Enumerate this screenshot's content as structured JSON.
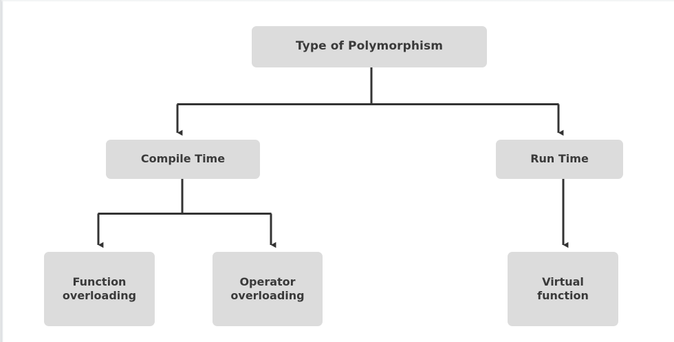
{
  "diagram": {
    "title": "Type of Polymorphism",
    "type": "tree-hierarchy",
    "orientation": "top-down",
    "background_color": "#ffffff",
    "node_fill_color": "#dcdcdc",
    "node_text_color": "#3a3a3a",
    "connector_color": "#333333",
    "nodes": {
      "root": {
        "label": "Type of Polymorphism",
        "level": 0
      },
      "compile_time": {
        "label": "Compile Time",
        "level": 1
      },
      "run_time": {
        "label": "Run Time",
        "level": 1
      },
      "function_overloading": {
        "label": "Function\noverloading",
        "level": 2
      },
      "operator_overloading": {
        "label": "Operator\noverloading",
        "level": 2
      },
      "virtual_function": {
        "label": "Virtual\nfunction",
        "level": 2
      }
    },
    "edges": [
      {
        "from": "root",
        "to": "compile_time",
        "arrow": "down"
      },
      {
        "from": "root",
        "to": "run_time",
        "arrow": "down"
      },
      {
        "from": "compile_time",
        "to": "function_overloading",
        "arrow": "down"
      },
      {
        "from": "compile_time",
        "to": "operator_overloading",
        "arrow": "down"
      },
      {
        "from": "run_time",
        "to": "virtual_function",
        "arrow": "down"
      }
    ]
  }
}
